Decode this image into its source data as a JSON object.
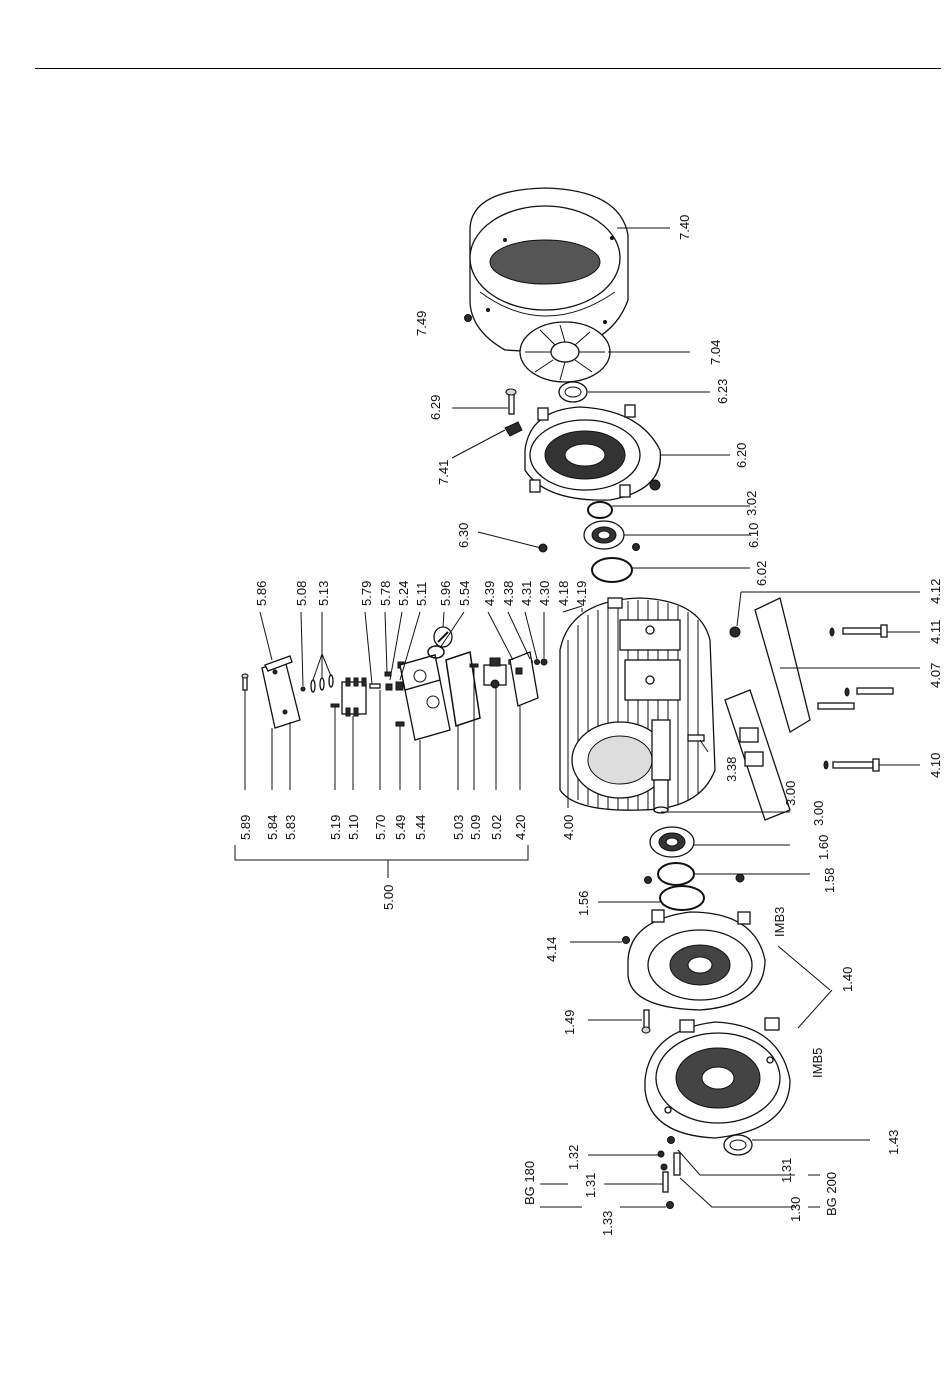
{
  "labels": {
    "l740": "7.40",
    "l749": "7.49",
    "l704": "7.04",
    "l623": "6.23",
    "l629": "6.29",
    "l620": "6.20",
    "l741": "7.41",
    "l302": "3.02",
    "l630": "6.30",
    "l610": "6.10",
    "l602": "6.02",
    "l412": "4.12",
    "l411": "4.11",
    "l407": "4.07",
    "l410": "4.10",
    "l586": "5.86",
    "l508": "5.08",
    "l513": "5.13",
    "l579": "5.79",
    "l578": "5.78",
    "l524": "5.24",
    "l511": "5.11",
    "l596": "5.96",
    "l554": "5.54",
    "l439": "4.39",
    "l438": "4.38",
    "l431": "4.31",
    "l430": "4.30",
    "l418": "4.18",
    "l419": "4.19",
    "l589": "5.89",
    "l584": "5.84",
    "l583": "5.83",
    "l519": "5.19",
    "l510": "5.10",
    "l570": "5.70",
    "l549": "5.49",
    "l544": "5.44",
    "l503": "5.03",
    "l509": "5.09",
    "l502": "5.02",
    "l420": "4.20",
    "l400": "4.00",
    "l338": "3.38",
    "l300": "3.00",
    "l160": "1.60",
    "l158": "1.58",
    "l156": "1.56",
    "l500": "5.00",
    "l414": "4.14",
    "l140": "1.40",
    "l149": "1.49",
    "imb3": "IMB3",
    "imb5": "IMB5",
    "l143": "1.43",
    "l132": "1.32",
    "l131a": "1.31",
    "l133": "1.33",
    "bg180": "BG 180",
    "l131b": "1.31",
    "l130": "1.30",
    "bg200": "BG 200"
  }
}
